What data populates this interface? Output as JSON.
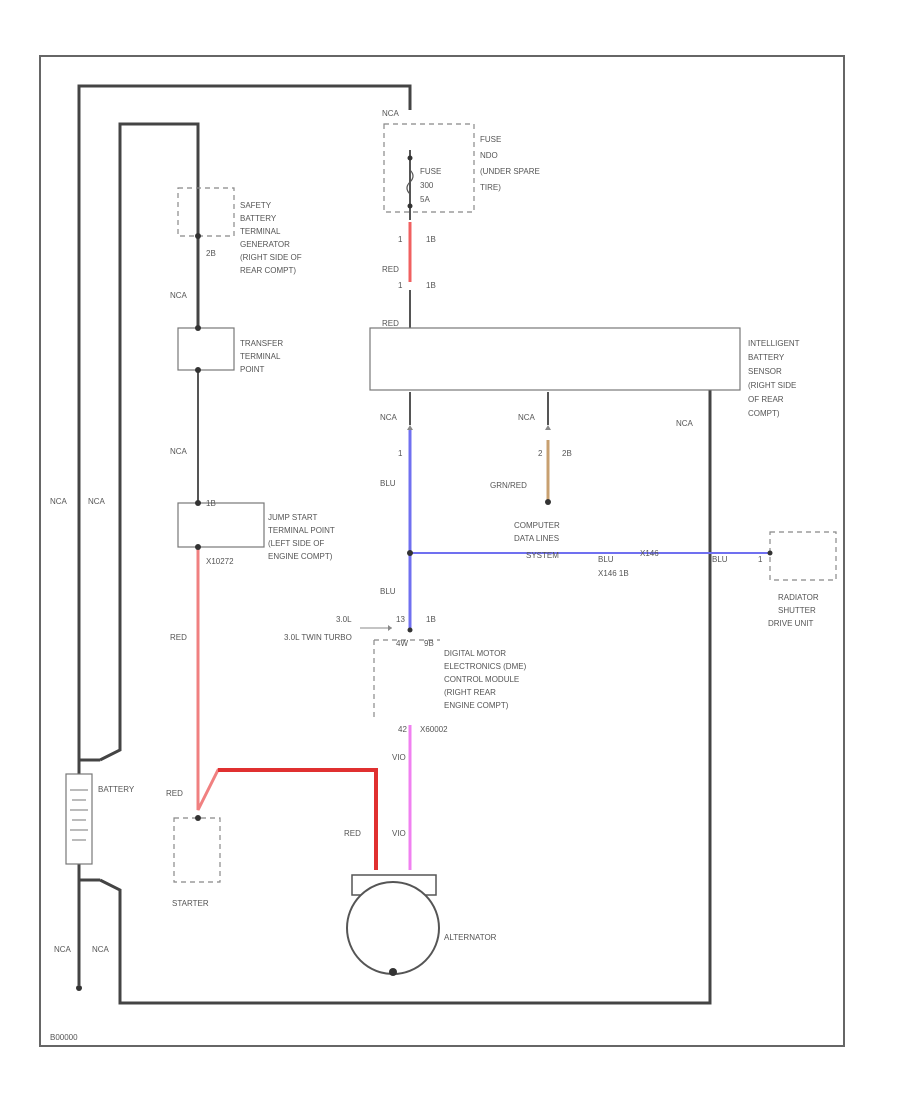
{
  "labels": {
    "nca_top": "NCA",
    "fuse_title_1": "FUSE",
    "fuse_title_2": "NDO",
    "fuse_title_3": "(UNDER SPARE",
    "fuse_title_4": "TIRE)",
    "fuse_inner_1": "FUSE",
    "fuse_inner_2": "300",
    "fuse_inner_3": "5A",
    "fuse_pin_top": "1",
    "fuse_pin_top_b": "1B",
    "fuse_red": "RED",
    "fuse_pin_bot": "1",
    "fuse_pin_bot_b": "1B",
    "ibs_red": "RED",
    "ibs_1": "INTELLIGENT",
    "ibs_2": "BATTERY",
    "ibs_3": "SENSOR",
    "ibs_4": "(RIGHT SIDE",
    "ibs_5": "OF REAR",
    "ibs_6": "COMPT)",
    "safety_1": "SAFETY",
    "safety_2": "BATTERY",
    "safety_3": "TERMINAL",
    "safety_4": "GENERATOR",
    "safety_5": "(RIGHT SIDE OF",
    "safety_6": "REAR COMPT)",
    "safety_pin": "2B",
    "nca_left_1": "NCA",
    "transfer_1": "TRANSFER",
    "transfer_2": "TERMINAL",
    "transfer_3": "POINT",
    "nca_left_2": "NCA",
    "jump_pin": "1B",
    "jump_1": "JUMP START",
    "jump_2": "TERMINAL POINT",
    "jump_3": "(LEFT SIDE OF",
    "jump_4": "ENGINE COMPT)",
    "jump_code": "X10272",
    "red_left": "RED",
    "red_batt": "RED",
    "nca_outer": "NCA",
    "nca_inner": "NCA",
    "battery": "BATTERY",
    "starter": "STARTER",
    "nca_bot_1": "NCA",
    "nca_bot_2": "NCA",
    "nca_ibs_left": "NCA",
    "nca_ibs_mid": "NCA",
    "nca_right": "NCA",
    "pin_1": "1",
    "blu_1": "BLU",
    "pin_2": "2",
    "pin_2b": "2B",
    "grn_red": "GRN/RED",
    "comp_1": "COMPUTER",
    "comp_2": "DATA LINES",
    "comp_3": "SYSTEM",
    "blu_2": "BLU",
    "x146": "X146",
    "x146_pin": "1B",
    "x146_lbl": "X146 1B",
    "blu_3": "BLU",
    "pin_c1": "1",
    "rad_1": "RADIATOR",
    "rad_2": "SHUTTER",
    "rad_3": "DRIVE UNIT",
    "blu_4": "BLU",
    "l30": "3.0L",
    "l30_pin": "13",
    "l30_pin_b": "1B",
    "l30tt": "3.0L TWIN TURBO",
    "l30tt_pin": "4W",
    "l30tt_pin_b": "9B",
    "dme_1": "DIGITAL MOTOR",
    "dme_2": "ELECTRONICS (DME)",
    "dme_3": "CONTROL MODULE",
    "dme_4": "(RIGHT REAR",
    "dme_5": "ENGINE COMPT)",
    "pin_42": "42",
    "dme_code": "X60002",
    "vio_1": "VIO",
    "red_alt": "RED",
    "vio_2": "VIO",
    "alternator": "ALTERNATOR",
    "footer": "B00000"
  },
  "colors": {
    "red_wire": "#f08080",
    "red_wire_dark": "#e03030",
    "blue_wire": "#7070f0",
    "violet_wire": "#f080f0",
    "tan_wire": "#c8a070",
    "black_wire": "#444444"
  }
}
